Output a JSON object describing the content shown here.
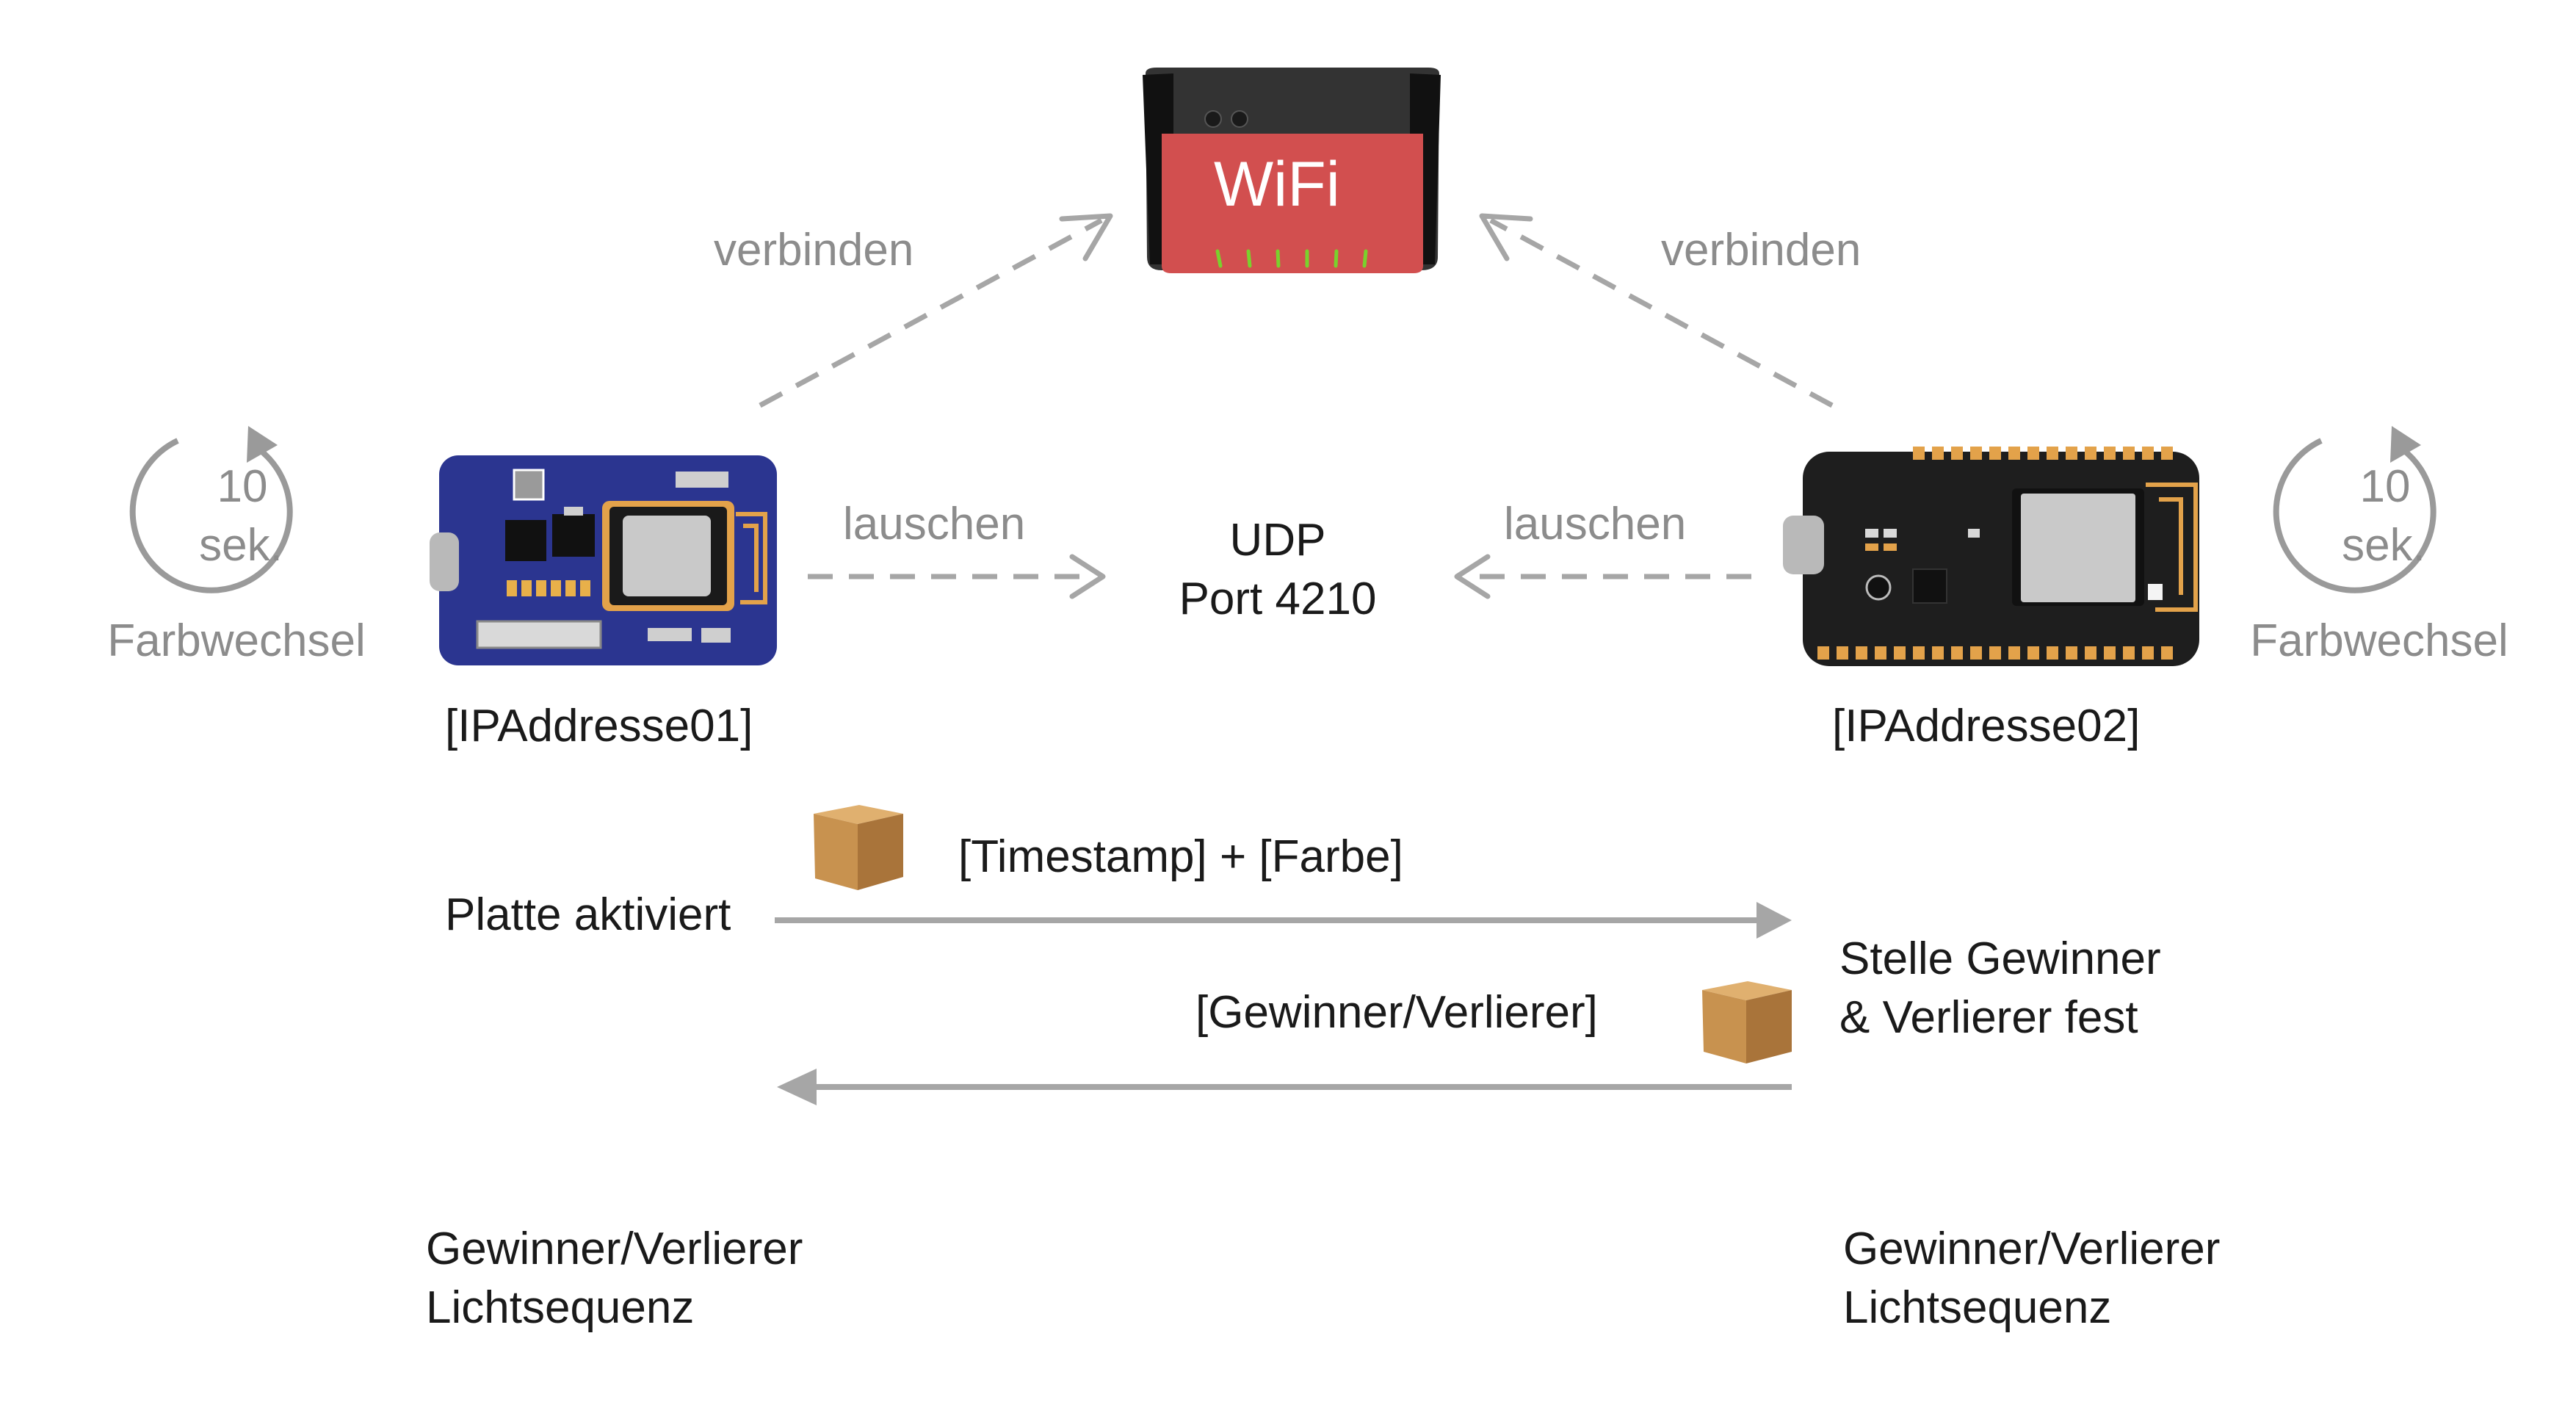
{
  "router": {
    "label": "WiFi"
  },
  "connections": {
    "left_label": "verbinden",
    "right_label": "verbinden"
  },
  "udp": {
    "line1": "UDP",
    "line2": "Port 4210"
  },
  "listen": {
    "left_label": "lauschen",
    "right_label": "lauschen"
  },
  "timers": [
    {
      "value": "10",
      "unit": "sek.",
      "label": "Farbwechsel"
    },
    {
      "value": "10",
      "unit": "sek.",
      "label": "Farbwechsel"
    }
  ],
  "devices": [
    {
      "address": "[IPAddresse01]"
    },
    {
      "address": "[IPAddresse02]"
    }
  ],
  "messages": {
    "activated": "Platte aktiviert",
    "payload": "[Timestamp] + [Farbe]",
    "determine_line1": "Stelle Gewinner",
    "determine_line2": "& Verlierer fest",
    "reply": "[Gewinner/Verlierer]"
  },
  "sequences": [
    {
      "line1": "Gewinner/Verlierer",
      "line2": "Lichtsequenz"
    },
    {
      "line1": "Gewinner/Verlierer",
      "line2": "Lichtsequenz"
    }
  ],
  "colors": {
    "router_body": "#333333",
    "router_screen": "#d24f4f",
    "board_left": "#2b3590",
    "board_right": "#1e1e1e",
    "arrow_grey": "#a6a6a6",
    "package": "#c8924f"
  }
}
